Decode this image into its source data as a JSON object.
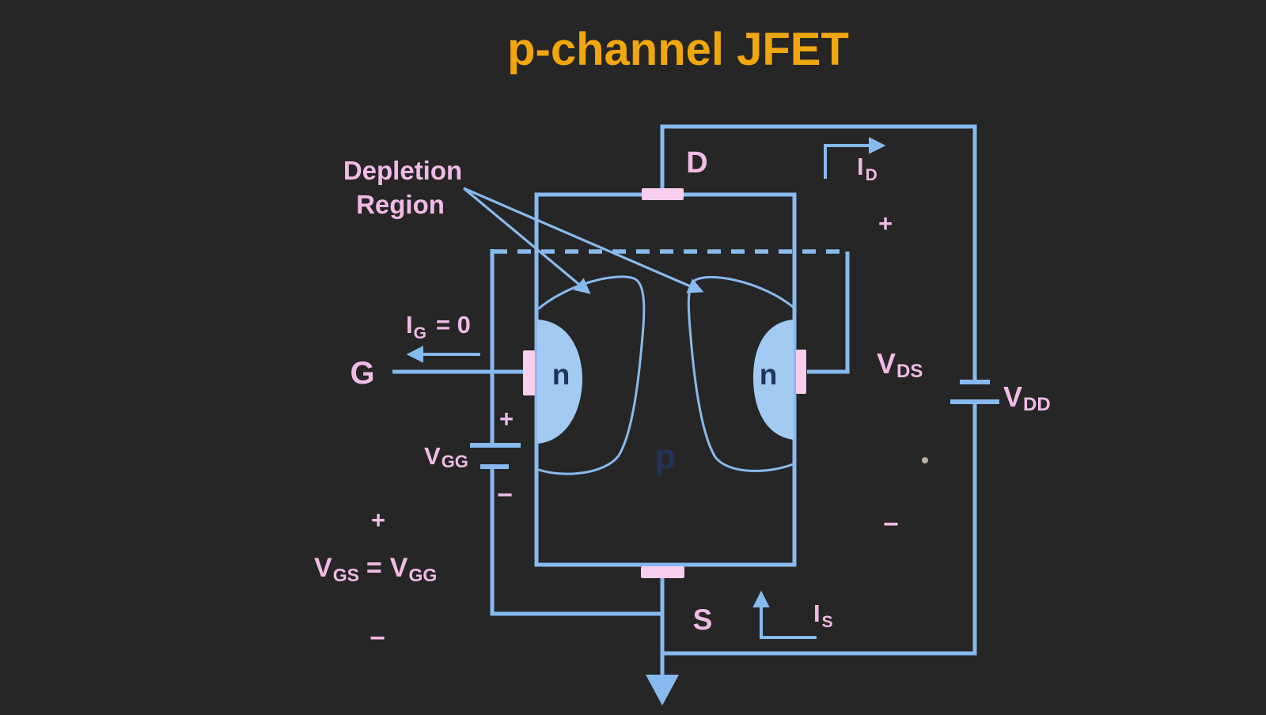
{
  "title": "p-channel JFET",
  "colors": {
    "background": "#262626",
    "wire_blue": "#87baee",
    "n_region_fill": "#a3caf2",
    "terminal_bar_pink": "#f9cdee",
    "label_pink": "#f1bbe6",
    "label_navy": "#22345c",
    "title_orange": "#f2a60d"
  },
  "labels": {
    "depletion_line1": "Depletion",
    "depletion_line2": "Region",
    "drain": "D",
    "gate": "G",
    "source": "S",
    "n_left": "n",
    "n_right": "n",
    "p_channel": "p",
    "i_gate": {
      "main": "I",
      "sub": "G",
      "suffix": "= 0"
    },
    "i_drain": {
      "main": "I",
      "sub": "D"
    },
    "i_source": {
      "main": "I",
      "sub": "S"
    },
    "v_gg": {
      "main": "V",
      "sub": "GG"
    },
    "v_ds": {
      "main": "V",
      "sub": "DS"
    },
    "v_dd": {
      "main": "V",
      "sub": "DD"
    },
    "v_gs_formula": {
      "lhs_main": "V",
      "lhs_sub": "GS",
      "equals": "=",
      "rhs_main": "V",
      "rhs_sub": "GG"
    },
    "polarity": {
      "vgg_plus": "+",
      "vgg_minus": "−",
      "vgs_plus": "+",
      "vgs_minus": "−",
      "vds_plus": "+",
      "vds_minus": "−"
    }
  }
}
